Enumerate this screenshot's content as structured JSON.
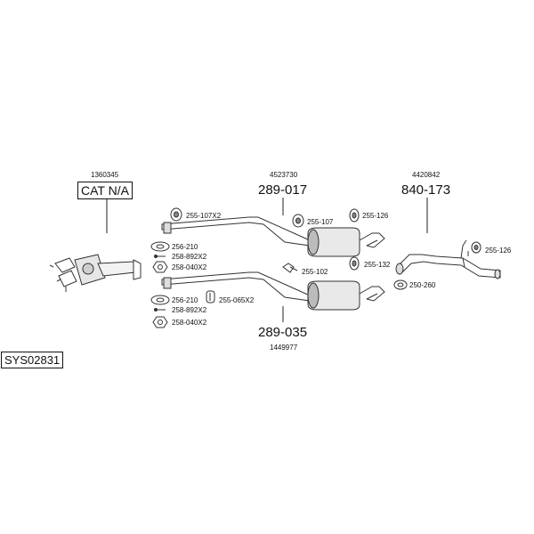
{
  "system_code": "SYS02831",
  "cat": {
    "ref": "1360345",
    "label": "CAT N/A"
  },
  "middle_upper": {
    "ref": "4523730",
    "part": "289-017"
  },
  "middle_lower": {
    "ref": "1449977",
    "part": "289-035"
  },
  "rear": {
    "ref": "4420842",
    "part": "840-173"
  },
  "parts": {
    "p1": "255-107X2",
    "p2": "256-210",
    "p3": "258-892X2",
    "p4": "258-040X2",
    "p5": "256-210",
    "p6": "258-892X2",
    "p7": "258-040X2",
    "p8": "255-065X2",
    "p9": "255-107",
    "p10": "255-126",
    "p11": "255-102",
    "p12": "255-132",
    "p13": "250-260",
    "p14": "255-126"
  }
}
